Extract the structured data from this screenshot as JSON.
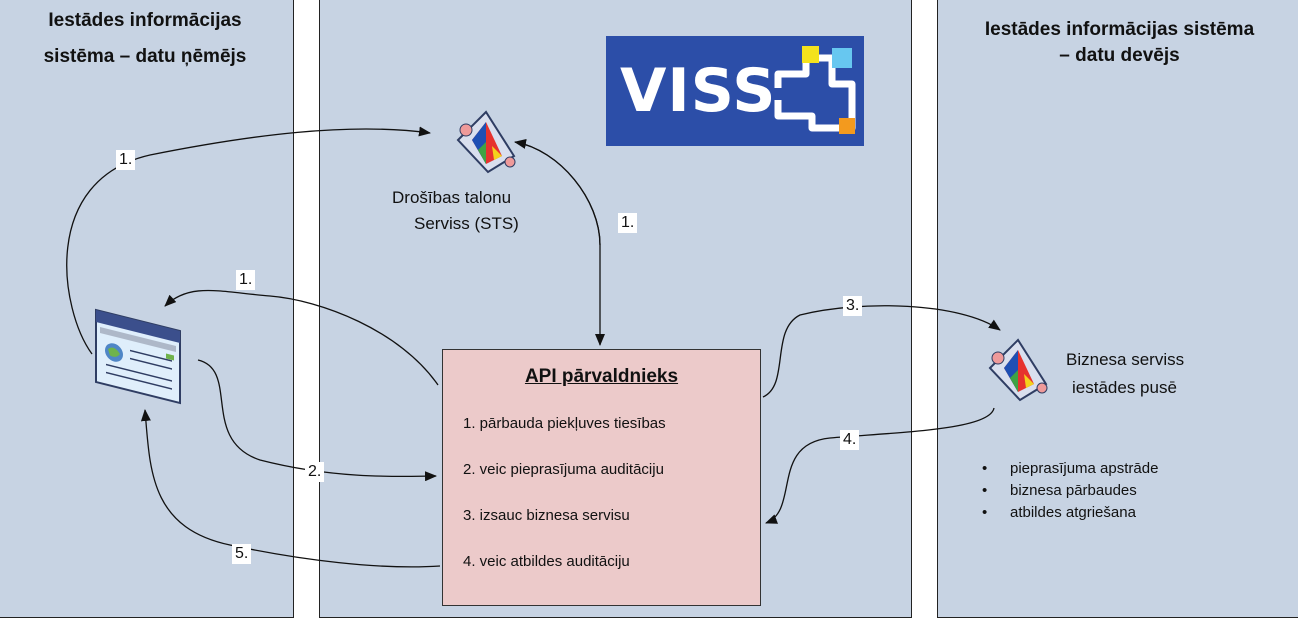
{
  "lanes": {
    "left_title_1": "Iestādes informācijas",
    "left_title_2": "sistēma – datu ņēmējs",
    "right_title_1": "Iestādes informācijas sistēma",
    "right_title_2": "– datu devējs"
  },
  "logo": {
    "text": "VISS"
  },
  "sts": {
    "line1": "Drošības talonu",
    "line2": "Serviss (STS)"
  },
  "business_service": {
    "line1": "Biznesa serviss",
    "line2": "iestādes pusē"
  },
  "api_manager": {
    "title": "API pārvaldnieks",
    "steps": [
      "1. pārbauda piekļuves tiesības",
      "2. veic pieprasījuma auditāciju",
      "3. izsauc biznesa servisu",
      "4. veic atbildes auditāciju"
    ]
  },
  "bullets": [
    "pieprasījuma apstrāde",
    "biznesa pārbaudes",
    "atbildes atgriešana"
  ],
  "flow_labels": {
    "a": "1.",
    "b": "1.",
    "c": "1.",
    "d": "2.",
    "e": "3.",
    "f": "4.",
    "g": "5."
  },
  "colors": {
    "lane": "#c7d3e3",
    "api_box": "#eccaca",
    "logo_bg": "#2c4ea8"
  }
}
